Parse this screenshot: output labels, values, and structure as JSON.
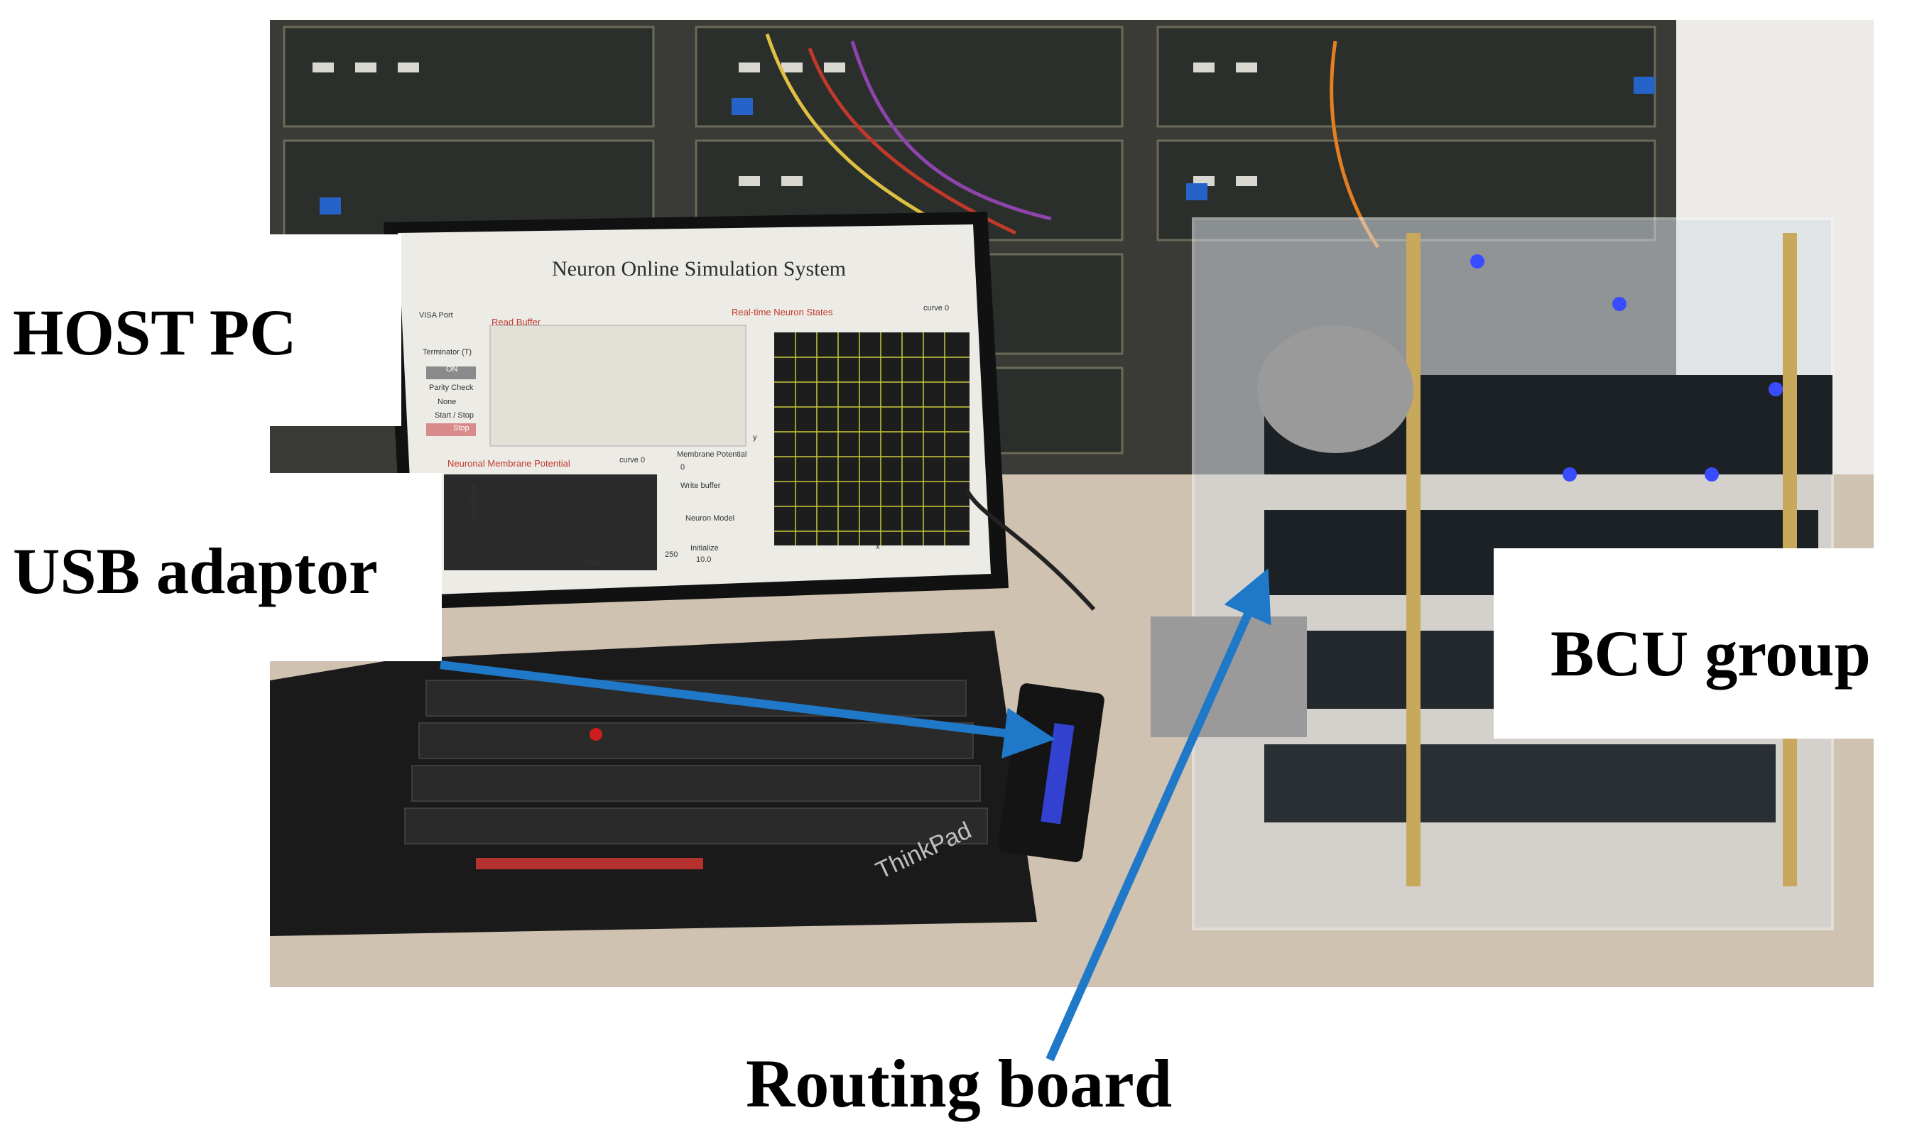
{
  "labels": {
    "host_pc": "HOST PC",
    "usb_adaptor": "USB adaptor",
    "bcu_group": "BCU group",
    "routing_board": "Routing board"
  },
  "screen": {
    "title": "Neuron Online Simulation System",
    "visa_port": "VISA Port",
    "terminator": "Terminator (T)",
    "on_button": "ON",
    "parity_check": "Parity Check",
    "parity_value": "None",
    "start_stop": "Start / Stop",
    "stop_button": "Stop",
    "read_buffer": "Read Buffer",
    "realtime_states": "Real-time Neuron States",
    "curve_label": "curve 0",
    "membrane_chart": "Neuronal Membrane Potential",
    "membrane_potential": "Membrane Potential",
    "membrane_value": "0",
    "write_buffer": "Write buffer",
    "neuron_model": "Neuron Model",
    "initialize": "Initialize",
    "initialize_value": "10.0",
    "amplitude": "amplitude",
    "time": "Time",
    "time_end": "250",
    "x_axis": "x",
    "y_axis": "y"
  },
  "laptop_brand": "ThinkPad",
  "colors": {
    "arrow": "#1f78c8",
    "screen_bg": "#ecebe6",
    "plot_bg": "#1d1d1d",
    "plot_grid": "#c9c93a",
    "led": "#3a4cff"
  }
}
